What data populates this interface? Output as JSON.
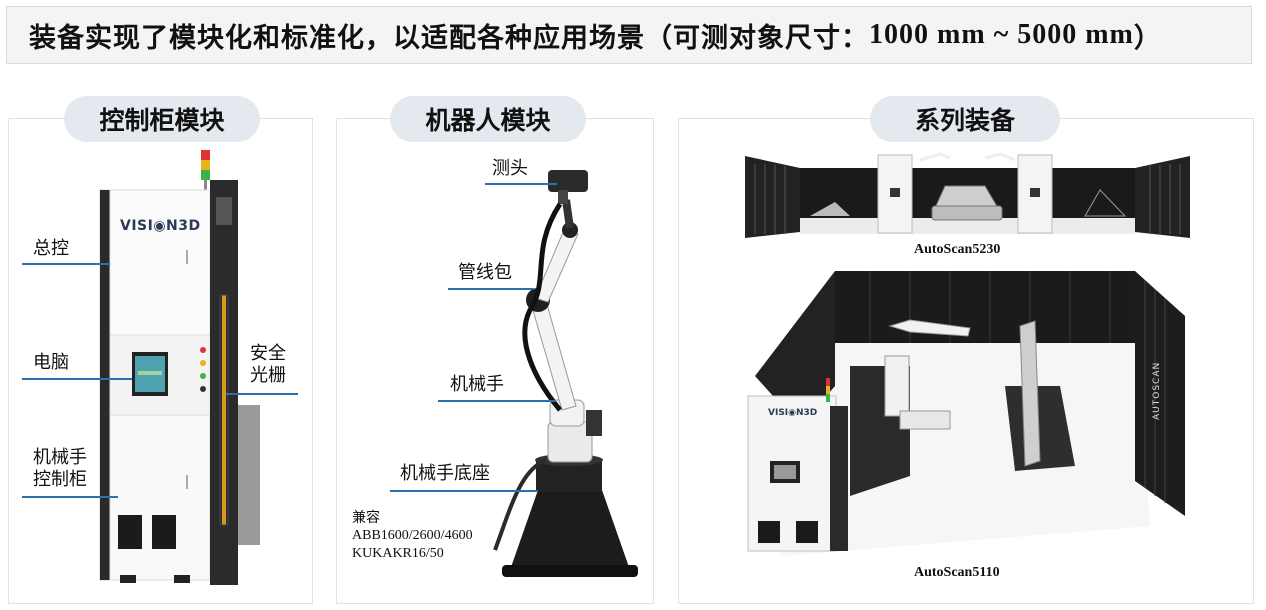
{
  "title": {
    "text_a": "装备实现了模块化和标准化，以适配各种应用场景（可测对象尺寸：",
    "num_a": "1000 mm ~ 5000 mm",
    "text_b": "）"
  },
  "panels": {
    "control_cabinet": {
      "heading": "控制柜模块",
      "brand": "VISI◉N3D",
      "labels": {
        "master_control": "总控",
        "computer": "电脑",
        "cabinet_line1": "机械手",
        "cabinet_line2": "控制柜",
        "safety_line1": "安全",
        "safety_line2": "光栅"
      }
    },
    "robot_module": {
      "heading": "机器人模块",
      "labels": {
        "probe": "测头",
        "cable_pack": "管线包",
        "robot_arm": "机械手",
        "robot_base": "机械手底座",
        "compat_title": "兼容",
        "compat_abb": "ABB1600/2600/4600",
        "compat_kuka": "KUKAKR16/50"
      }
    },
    "series": {
      "heading": "系列装备",
      "model_top": "AutoScan5230",
      "model_bottom": "AutoScan5110",
      "wall_text": "AUTOSCAN",
      "brand": "VISI◉N3D"
    }
  },
  "colors": {
    "accent_line": "#2f6fb0",
    "pill_bg": "#e3e9ee",
    "cabinet_dark": "#2b2b2b",
    "frame_black": "#1a1a1a",
    "orange_strip": "#d99a1a"
  }
}
